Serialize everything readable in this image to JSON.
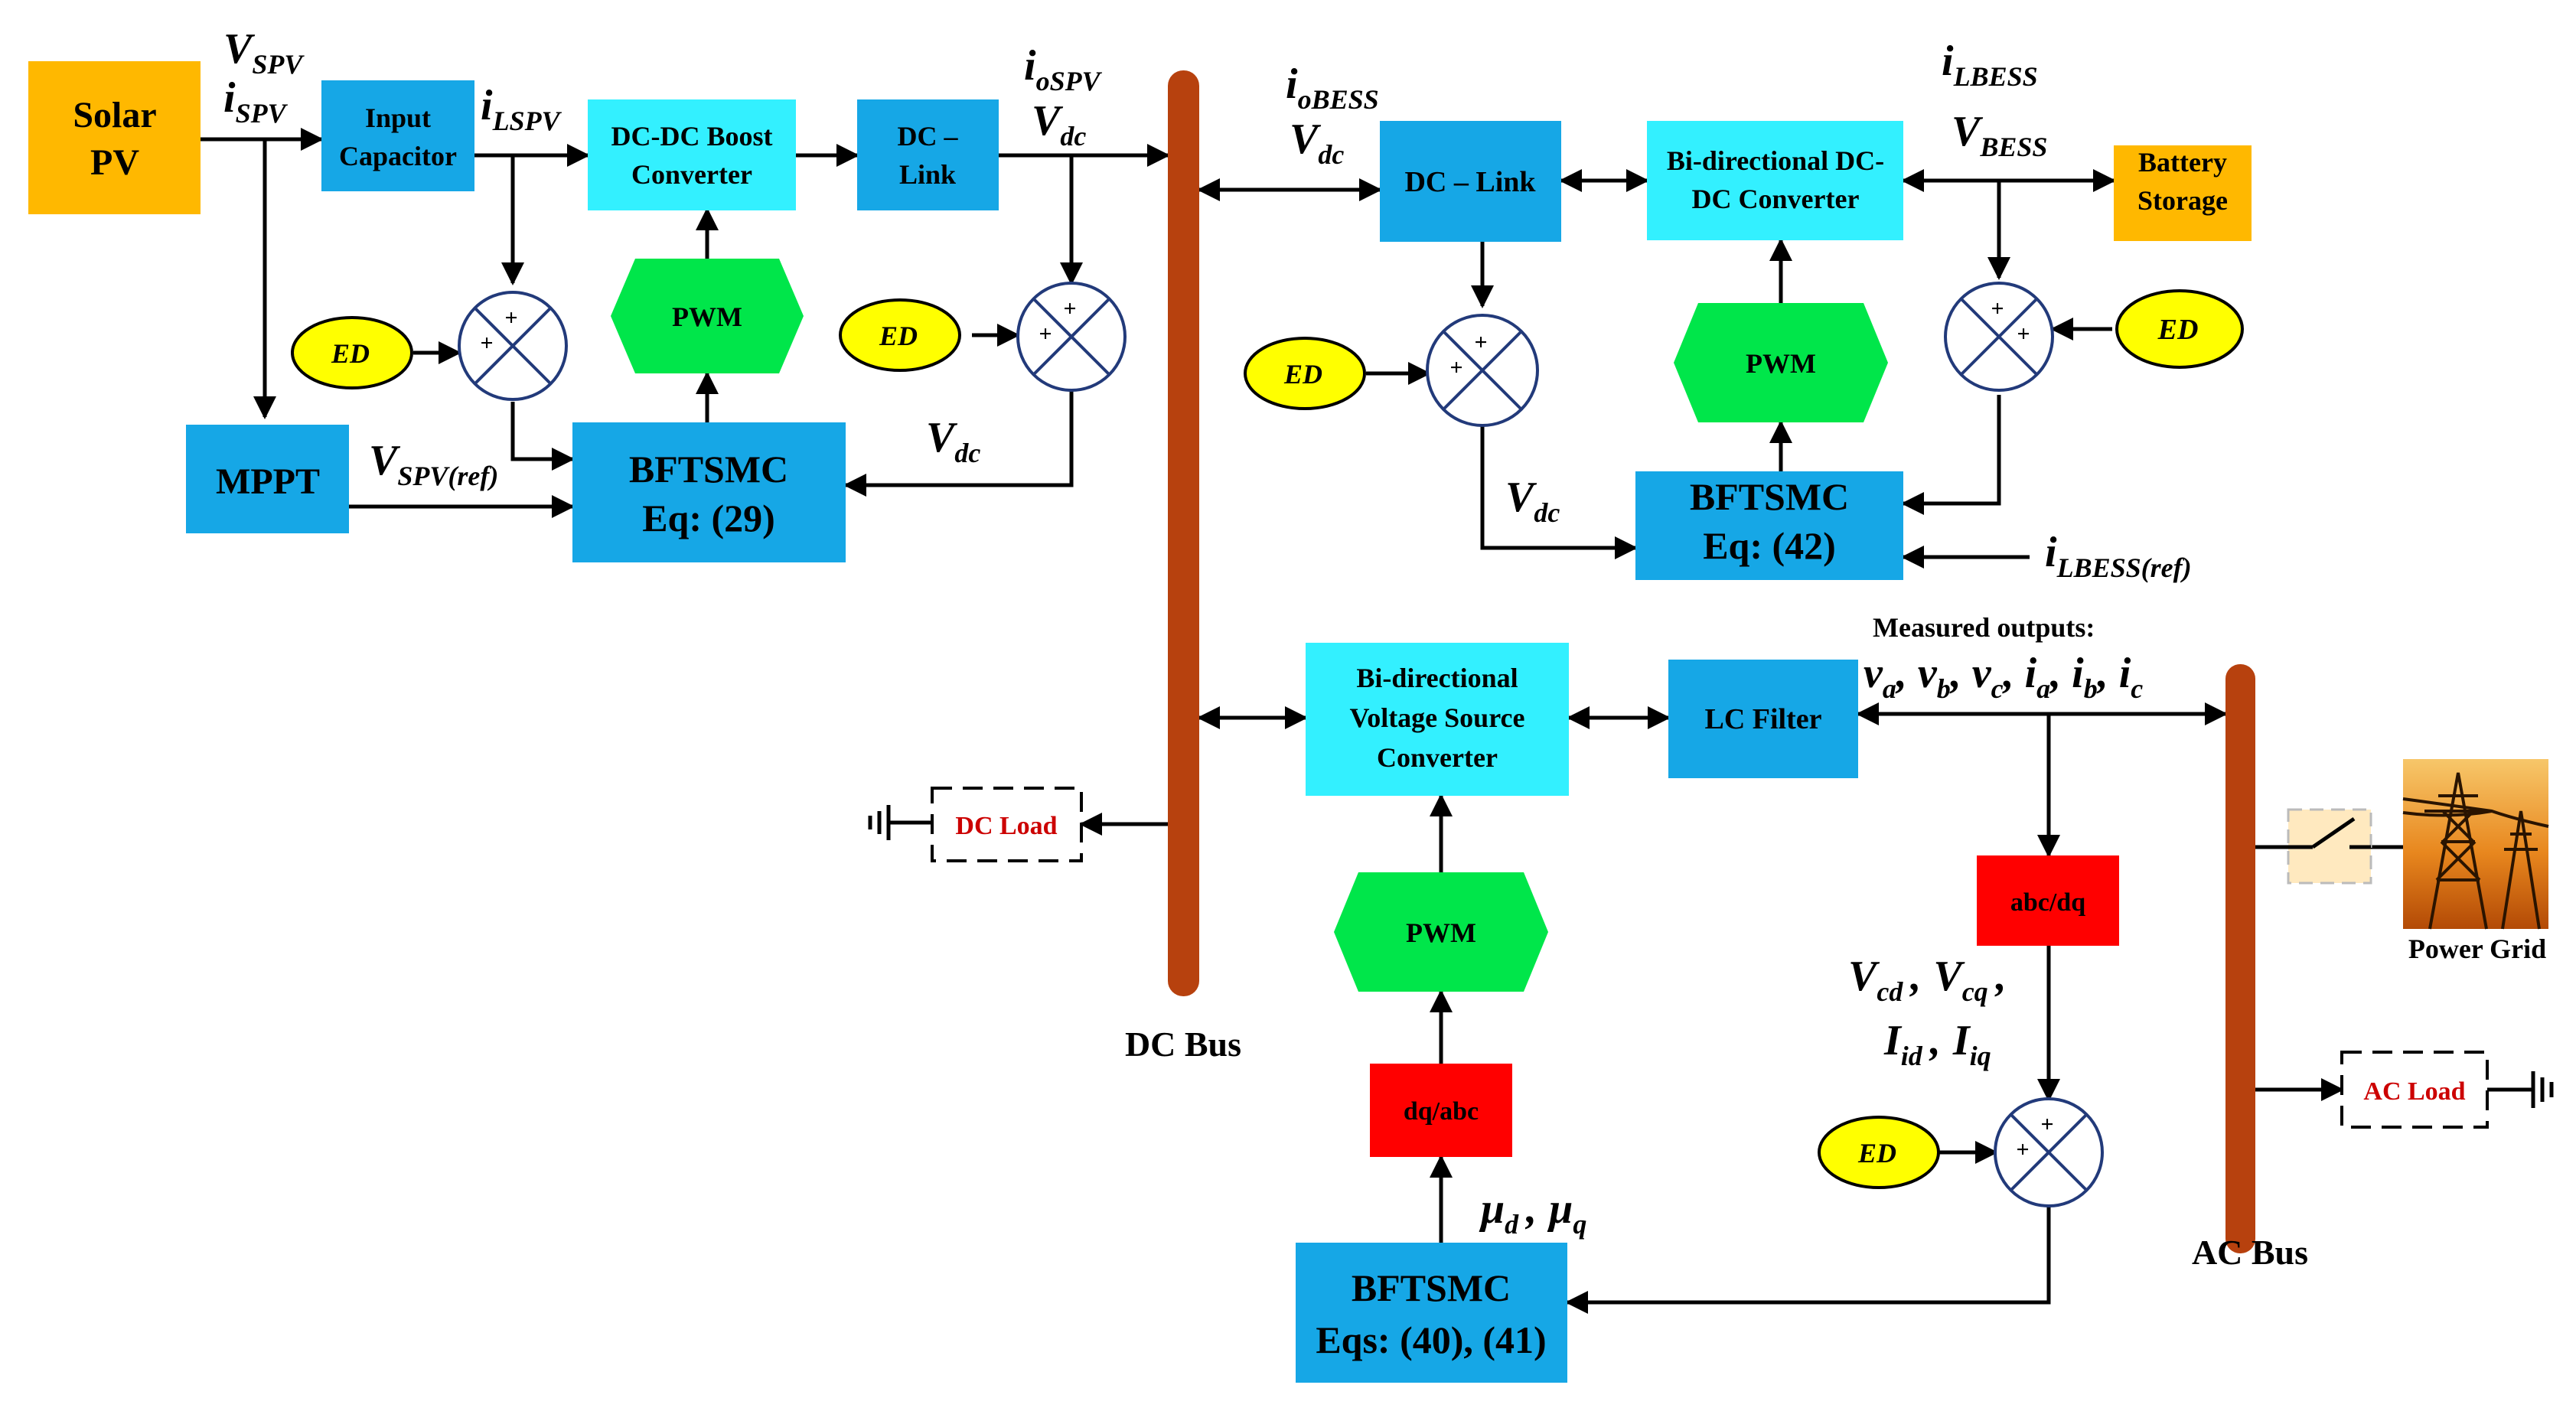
{
  "colors": {
    "orange_block": "#FFB800",
    "blue_block": "#16A7E6",
    "cyan_block": "#33F0FF",
    "green_pwm": "#00E64A",
    "red_block": "#FF0000",
    "yellow_ed": "#FFFF00",
    "bus": "#B7410E",
    "line": "#000000",
    "load_text": "#CC0000",
    "switch_fill": "#FFE9BF"
  },
  "blocks": {
    "solar_pv": [
      "Solar",
      "PV"
    ],
    "input_capacitor": [
      "Input",
      "Capacitor"
    ],
    "boost_converter": [
      "DC-DC Boost",
      "Converter"
    ],
    "dc_link_1": [
      "DC –",
      "Link"
    ],
    "mppt": "MPPT",
    "bftsmc_1": [
      "BFTSMC",
      "Eq: (29)"
    ],
    "pwm": "PWM",
    "dc_link_2": "DC – Link",
    "bidir_dcdc": [
      "Bi-directional DC-",
      "DC Converter"
    ],
    "battery": [
      "Battery",
      "Storage"
    ],
    "bftsmc_2": [
      "BFTSMC",
      "Eq: (42)"
    ],
    "vsc": [
      "Bi-directional",
      "Voltage Source",
      "Converter"
    ],
    "lc_filter": "LC Filter",
    "abc_dq": "abc/dq",
    "dq_abc": "dq/abc",
    "bftsmc_3": [
      "BFTSMC",
      "Eqs: (40), (41)"
    ],
    "dc_load": "DC Load",
    "ac_load": "AC Load",
    "ed": "ED",
    "plus": "+"
  },
  "labels": {
    "dc_bus": "DC Bus",
    "ac_bus": "AC Bus",
    "power_grid": "Power Grid",
    "measured_outputs": "Measured outputs:"
  },
  "signals": {
    "v_spv": {
      "base": "V",
      "sub": "SPV"
    },
    "i_spv": {
      "base": "i",
      "sub": "SPV"
    },
    "i_lspv": {
      "base": "i",
      "sub": "LSPV"
    },
    "i_ospv": {
      "base": "i",
      "sub": "oSPV"
    },
    "v_dc": {
      "base": "V",
      "sub": "dc"
    },
    "v_spv_ref": {
      "base": "V",
      "sub": "SPV(ref)"
    },
    "i_obess": {
      "base": "i",
      "sub": "oBESS"
    },
    "i_lbess": {
      "base": "i",
      "sub": "LBESS"
    },
    "v_bess": {
      "base": "V",
      "sub": "BESS"
    },
    "i_lbess_ref": {
      "base": "i",
      "sub": "LBESS(ref)"
    },
    "v_cd": {
      "base": "V",
      "sub": "cd"
    },
    "v_cq": {
      "base": "V",
      "sub": "cq"
    },
    "i_id": {
      "base": "I",
      "sub": "id"
    },
    "i_iq": {
      "base": "I",
      "sub": "iq"
    },
    "mu_d": {
      "base": "μ",
      "sub": "d"
    },
    "mu_q": {
      "base": "μ",
      "sub": "q"
    },
    "v_a": {
      "base": "v",
      "sub": "a"
    },
    "v_b": {
      "base": "v",
      "sub": "b"
    },
    "v_c": {
      "base": "v",
      "sub": "c"
    },
    "i_a": {
      "base": "i",
      "sub": "a"
    },
    "i_b": {
      "base": "i",
      "sub": "b"
    },
    "i_c": {
      "base": "i",
      "sub": "c"
    },
    "comma": ","
  }
}
